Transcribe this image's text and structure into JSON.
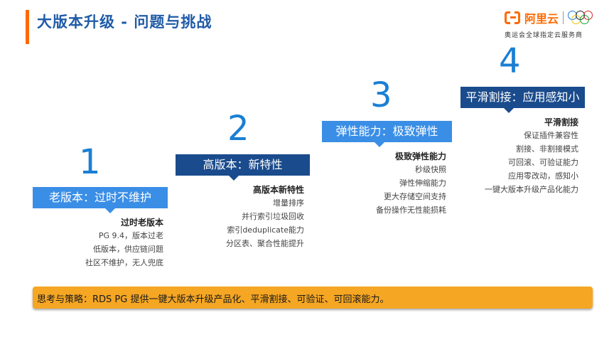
{
  "header": {
    "title": "大版本升级 - 问题与挑战"
  },
  "logo": {
    "name": "阿里云",
    "tagline": "奥运会全球指定云服务商"
  },
  "colors": {
    "accent": "#ff6a00",
    "light_blue": "#3a8ee6",
    "dark_blue": "#1a4b8c",
    "step_number": "#1a7fd4",
    "banner": "#f5a623"
  },
  "steps": [
    {
      "number": "1",
      "label": "老版本：过时不维护",
      "heading": "过时老版本",
      "items": [
        "PG 9.4，版本过老",
        "低版本，供应链问题",
        "社区不维护，无人兜底"
      ]
    },
    {
      "number": "2",
      "label": "高版本：新特性",
      "heading": "高版本新特性",
      "items": [
        "增量排序",
        "并行索引垃圾回收",
        "索引deduplicate能力",
        "分区表、聚合性能提升"
      ]
    },
    {
      "number": "3",
      "label": "弹性能力：极致弹性",
      "heading": "极致弹性能力",
      "items": [
        "秒级快照",
        "弹性伸缩能力",
        "更大存储空间支持",
        "备份操作无性能损耗"
      ]
    },
    {
      "number": "4",
      "label": "平滑割接：应用感知小",
      "heading": "平滑割接",
      "items": [
        "保证插件兼容性",
        "割接、非割接模式",
        "可回滚、可验证能力",
        "应用零改动，感知小",
        "一键大版本升级产品化能力"
      ]
    }
  ],
  "banner": {
    "text": "思考与策略：RDS PG 提供一键大版本升级产品化、平滑割接、可验证、可回滚能力。"
  }
}
